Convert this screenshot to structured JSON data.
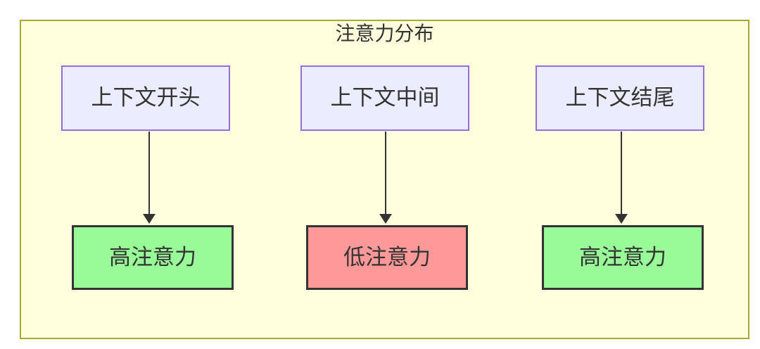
{
  "diagram": {
    "title": "注意力分布",
    "columns": [
      {
        "source_label": "上下文开头",
        "result_label": "高注意力",
        "attention_level": "high"
      },
      {
        "source_label": "上下文中间",
        "result_label": "低注意力",
        "attention_level": "low"
      },
      {
        "source_label": "上下文结尾",
        "result_label": "高注意力",
        "attention_level": "high"
      }
    ],
    "colors": {
      "page_background": "#ffffff",
      "container_fill": "#ffffde",
      "container_border": "#aaaa33",
      "source_node_fill": "#ececff",
      "source_node_border": "#9370db",
      "high_attention_fill": "#98fb98",
      "low_attention_fill": "#ff9999",
      "result_node_border": "#333333",
      "arrow_color": "#333333",
      "text_color": "#333333"
    }
  }
}
